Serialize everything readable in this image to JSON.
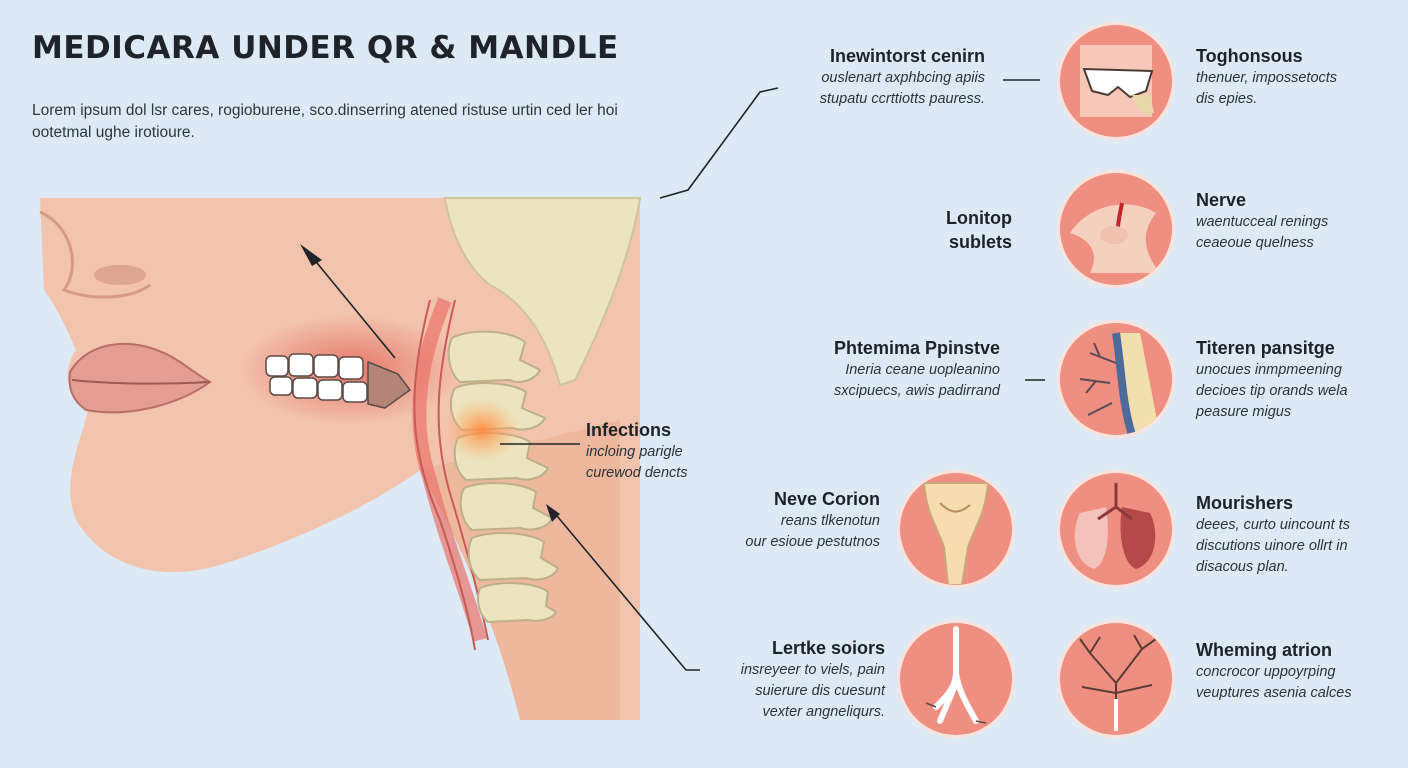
{
  "title": "MEDICARA UNDER QR & MANDLE",
  "intro": "Lorem ipsum dol lsr cares, rogiobureне, sco.dinserring atened ristuse urtin ced ler hoi ootetmal ughe irotioure.",
  "labels": {
    "top_center": {
      "title": "Inewintorst cenirn",
      "lines": [
        "ouslenart axphbcing apiis",
        "stupatu ccrttiotts pauress."
      ]
    },
    "top_right": {
      "title": "Toghonsous",
      "lines": [
        "thenuer, impossetocts",
        "dis epies."
      ]
    },
    "nerve_left": {
      "title": "Lonitop",
      "lines": [
        "sublets"
      ]
    },
    "nerve_right": {
      "title": "Nerve",
      "lines": [
        "waentucceal renings",
        "ceaeoue quelness"
      ]
    },
    "mid_left": {
      "title": "Phtemima Ppinstve",
      "lines": [
        "Ineria ceane uopleanino",
        "sxcipuecs, awis padirrand"
      ]
    },
    "mid_right": {
      "title": "Titeren pansitge",
      "lines": [
        "unocues inmpmeening",
        "decioes tip orands wela",
        "peasure migus"
      ]
    },
    "infections": {
      "title": "Infections",
      "lines": [
        "incloing parigle",
        "curewod dencts"
      ]
    },
    "neve": {
      "title": "Neve Corion",
      "lines": [
        "reans tlkenotun",
        "our esioue pestutnos"
      ]
    },
    "lungs": {
      "title": "Mourishers",
      "lines": [
        "deees, curto uincount ts",
        "discutions uinore ollrt in",
        "disacous plan."
      ]
    },
    "lertke": {
      "title": "Lertke soiors",
      "lines": [
        "insreyeer to viels, pain",
        "suierure dis cuesunt",
        "vexter angneliqurs."
      ]
    },
    "wheming": {
      "title": "Wheming atrion",
      "lines": [
        "concrocor uppoyrping",
        "veuptures asenia calces"
      ]
    }
  },
  "icons": [
    "teeth-icon",
    "nerve-tissue-icon",
    "blood-vessel-icon",
    "tooth-root-icon",
    "lung-icon",
    "nerve-root-icon",
    "vessel-network-icon"
  ],
  "colors": {
    "background": "#dde9f4",
    "circle": "#ef8f82",
    "skin": "#f2c1a9",
    "bone": "#ede6c4",
    "inflammation": "#e9746a"
  }
}
